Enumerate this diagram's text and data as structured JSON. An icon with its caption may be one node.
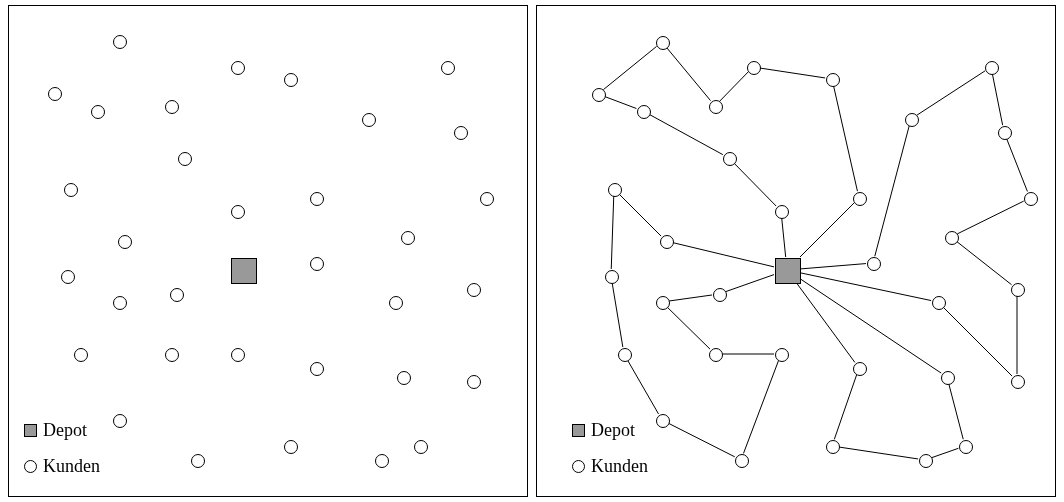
{
  "diagram": {
    "nodes": [
      {
        "text": [],
        "shape": "box"
      },
      {
        "text": [],
        "shape": "box",
        "in": 0
      },
      {
        "text": [],
        "shape": "circle",
        "in": 0
      },
      {
        "text": [],
        "shape": "circle",
        "in": 0
      },
      {
        "text": [],
        "shape": "circle",
        "in": 0
      },
      {
        "text": [],
        "shape": "circle",
        "in": 0
      },
      {
        "text": [],
        "shape": "circle",
        "in": 0
      },
      {
        "text": [],
        "shape": "circle",
        "in": 0
      },
      {
        "text": [],
        "shape": "circle",
        "in": 0
      },
      {
        "text": [],
        "shape": "circle",
        "in": 0
      },
      {
        "text": [],
        "shape": "circle",
        "in": 0
      },
      {
        "text": [],
        "shape": "circle",
        "in": 0
      },
      {
        "text": [],
        "shape": "circle",
        "in": 0
      },
      {
        "text": [],
        "shape": "circle",
        "in": 0
      },
      {
        "text": [],
        "shape": "circle",
        "in": 0
      },
      {
        "text": [],
        "shape": "circle",
        "in": 0
      },
      {
        "text": [],
        "shape": "circle",
        "in": 0
      },
      {
        "text": [],
        "shape": "circle",
        "in": 0
      },
      {
        "text": [],
        "shape": "circle",
        "in": 0
      },
      {
        "text": [],
        "shape": "circle",
        "in": 0
      },
      {
        "text": [],
        "shape": "circle",
        "in": 0
      },
      {
        "text": [],
        "shape": "circle",
        "in": 0
      },
      {
        "text": [],
        "shape": "circle",
        "in": 0
      },
      {
        "text": [],
        "shape": "circle",
        "in": 0
      },
      {
        "text": [],
        "shape": "circle",
        "in": 0
      },
      {
        "text": [],
        "shape": "circle",
        "in": 0
      },
      {
        "text": [],
        "shape": "circle",
        "in": 0
      },
      {
        "text": [],
        "shape": "circle",
        "in": 0
      },
      {
        "text": [],
        "shape": "circle",
        "in": 0
      },
      {
        "text": [],
        "shape": "circle",
        "in": 0
      },
      {
        "text": [],
        "shape": "circle",
        "in": 0
      },
      {
        "text": [],
        "shape": "circle",
        "in": 0
      },
      {
        "text": [],
        "shape": "circle",
        "in": 0
      },
      {
        "text": [],
        "shape": "circle",
        "in": 0
      },
      {
        "text": [],
        "shape": "circle",
        "in": 0
      },
      {
        "text": [],
        "shape": "box"
      },
      {
        "text": [],
        "shape": "box",
        "in": 35
      },
      {
        "text": [],
        "shape": "circle",
        "in": 35
      },
      {
        "text": [],
        "shape": "circle",
        "in": 35
      },
      {
        "text": [],
        "shape": "circle",
        "in": 35
      },
      {
        "text": [],
        "shape": "circle",
        "in": 35
      },
      {
        "text": [],
        "shape": "circle",
        "in": 35
      },
      {
        "text": [],
        "shape": "circle",
        "in": 35
      },
      {
        "text": [],
        "shape": "circle",
        "in": 35
      },
      {
        "text": [],
        "shape": "circle",
        "in": 35
      },
      {
        "text": [],
        "shape": "circle",
        "in": 35
      },
      {
        "text": [],
        "shape": "circle",
        "in": 35
      },
      {
        "text": [],
        "shape": "circle",
        "in": 35
      },
      {
        "text": [],
        "shape": "circle",
        "in": 35
      },
      {
        "text": [],
        "shape": "circle",
        "in": 35
      },
      {
        "text": [],
        "shape": "circle",
        "in": 35
      },
      {
        "text": [],
        "shape": "circle",
        "in": 35
      },
      {
        "text": [],
        "shape": "circle",
        "in": 35
      },
      {
        "text": [],
        "shape": "circle",
        "in": 35
      },
      {
        "text": [],
        "shape": "circle",
        "in": 35
      },
      {
        "text": [],
        "shape": "circle",
        "in": 35
      },
      {
        "text": [],
        "shape": "circle",
        "in": 35
      },
      {
        "text": [],
        "shape": "circle",
        "in": 35
      },
      {
        "text": [],
        "shape": "circle",
        "in": 35
      },
      {
        "text": [],
        "shape": "circle",
        "in": 35
      },
      {
        "text": [],
        "shape": "circle",
        "in": 35
      },
      {
        "text": [],
        "shape": "circle",
        "in": 35
      },
      {
        "text": [],
        "shape": "circle",
        "in": 35
      },
      {
        "text": [],
        "shape": "circle",
        "in": 35
      },
      {
        "text": [],
        "shape": "circle",
        "in": 35
      },
      {
        "text": [],
        "shape": "circle",
        "in": 35
      },
      {
        "text": [],
        "shape": "circle",
        "in": 35
      },
      {
        "text": [],
        "shape": "circle",
        "in": 35
      },
      {
        "text": [],
        "shape": "circle",
        "in": 35
      },
      {
        "text": [],
        "shape": "circle",
        "in": 35
      }
    ],
    "edges": [
      {
        "from": 36,
        "to": 48,
        "arrow": "none"
      },
      {
        "from": 48,
        "to": 46,
        "arrow": "none"
      },
      {
        "from": 46,
        "to": 42,
        "arrow": "none"
      },
      {
        "from": 42,
        "to": 41,
        "arrow": "none"
      },
      {
        "from": 41,
        "to": 37,
        "arrow": "none"
      },
      {
        "from": 37,
        "to": 43,
        "arrow": "none"
      },
      {
        "from": 43,
        "to": 38,
        "arrow": "none"
      },
      {
        "from": 38,
        "to": 39,
        "arrow": "none"
      },
      {
        "from": 39,
        "to": 49,
        "arrow": "none"
      },
      {
        "from": 49,
        "to": 36,
        "arrow": "none"
      },
      {
        "from": 36,
        "to": 54,
        "arrow": "none"
      },
      {
        "from": 54,
        "to": 44,
        "arrow": "none"
      },
      {
        "from": 44,
        "to": 40,
        "arrow": "none"
      },
      {
        "from": 40,
        "to": 45,
        "arrow": "none"
      },
      {
        "from": 45,
        "to": 50,
        "arrow": "none"
      },
      {
        "from": 50,
        "to": 52,
        "arrow": "none"
      },
      {
        "from": 52,
        "to": 58,
        "arrow": "none"
      },
      {
        "from": 58,
        "to": 64,
        "arrow": "none"
      },
      {
        "from": 64,
        "to": 57,
        "arrow": "none"
      },
      {
        "from": 57,
        "to": 36,
        "arrow": "none"
      },
      {
        "from": 36,
        "to": 62,
        "arrow": "none"
      },
      {
        "from": 62,
        "to": 67,
        "arrow": "none"
      },
      {
        "from": 67,
        "to": 68,
        "arrow": "none"
      },
      {
        "from": 68,
        "to": 69,
        "arrow": "none"
      },
      {
        "from": 69,
        "to": 63,
        "arrow": "none"
      },
      {
        "from": 63,
        "to": 36,
        "arrow": "none"
      },
      {
        "from": 36,
        "to": 51,
        "arrow": "none"
      },
      {
        "from": 51,
        "to": 47,
        "arrow": "none"
      },
      {
        "from": 47,
        "to": 53,
        "arrow": "none"
      },
      {
        "from": 53,
        "to": 59,
        "arrow": "none"
      },
      {
        "from": 59,
        "to": 65,
        "arrow": "none"
      },
      {
        "from": 65,
        "to": 66,
        "arrow": "none"
      },
      {
        "from": 66,
        "to": 61,
        "arrow": "none"
      },
      {
        "from": 61,
        "to": 60,
        "arrow": "none"
      },
      {
        "from": 60,
        "to": 55,
        "arrow": "none"
      },
      {
        "from": 55,
        "to": 56,
        "arrow": "none"
      },
      {
        "from": 56,
        "to": 36,
        "arrow": "none"
      }
    ],
    "legend": [
      {
        "text": "Depot",
        "color": "#999999"
      },
      {
        "text": "Kunden"
      },
      {
        "text": "Depot",
        "color": "#999999"
      },
      {
        "text": "Kunden"
      }
    ]
  }
}
